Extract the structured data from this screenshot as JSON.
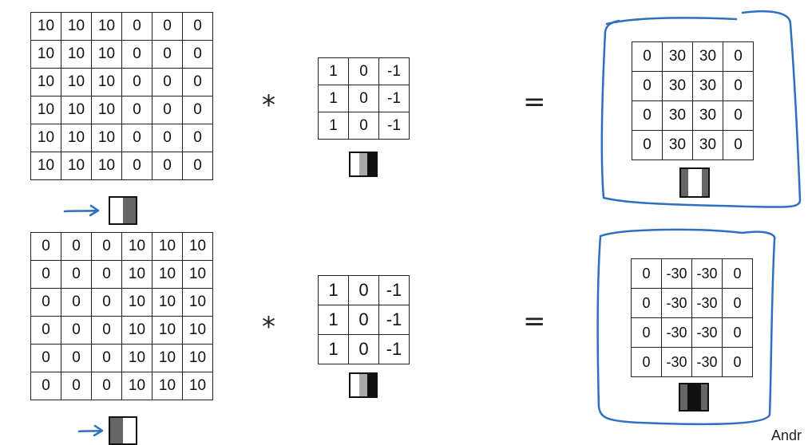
{
  "rows": {
    "top": {
      "image": [
        [
          "10",
          "10",
          "10",
          "0",
          "0",
          "0"
        ],
        [
          "10",
          "10",
          "10",
          "0",
          "0",
          "0"
        ],
        [
          "10",
          "10",
          "10",
          "0",
          "0",
          "0"
        ],
        [
          "10",
          "10",
          "10",
          "0",
          "0",
          "0"
        ],
        [
          "10",
          "10",
          "10",
          "0",
          "0",
          "0"
        ],
        [
          "10",
          "10",
          "10",
          "0",
          "0",
          "0"
        ]
      ],
      "operator": "*",
      "kernel": [
        [
          "1",
          "0",
          "-1"
        ],
        [
          "1",
          "0",
          "-1"
        ],
        [
          "1",
          "0",
          "-1"
        ]
      ],
      "equals": "=",
      "output": [
        [
          "0",
          "30",
          "30",
          "0"
        ],
        [
          "0",
          "30",
          "30",
          "0"
        ],
        [
          "0",
          "30",
          "30",
          "0"
        ],
        [
          "0",
          "30",
          "30",
          "0"
        ]
      ],
      "image_icon_colors": [
        "#ffffff",
        "#666666"
      ],
      "kernel_icon_colors": [
        "#ffffff",
        "#aaaaaa",
        "#111111"
      ],
      "output_icon_colors": [
        "#666666",
        "#ffffff",
        "#ffffff",
        "#666666"
      ]
    },
    "bottom": {
      "image": [
        [
          "0",
          "0",
          "0",
          "10",
          "10",
          "10"
        ],
        [
          "0",
          "0",
          "0",
          "10",
          "10",
          "10"
        ],
        [
          "0",
          "0",
          "0",
          "10",
          "10",
          "10"
        ],
        [
          "0",
          "0",
          "0",
          "10",
          "10",
          "10"
        ],
        [
          "0",
          "0",
          "0",
          "10",
          "10",
          "10"
        ],
        [
          "0",
          "0",
          "0",
          "10",
          "10",
          "10"
        ]
      ],
      "operator": "*",
      "kernel": [
        [
          "1",
          "0",
          "-1"
        ],
        [
          "1",
          "0",
          "-1"
        ],
        [
          "1",
          "0",
          "-1"
        ]
      ],
      "equals": "=",
      "output": [
        [
          "0",
          "-30",
          "-30",
          "0"
        ],
        [
          "0",
          "-30",
          "-30",
          "0"
        ],
        [
          "0",
          "-30",
          "-30",
          "0"
        ],
        [
          "0",
          "-30",
          "-30",
          "0"
        ]
      ],
      "image_icon_colors": [
        "#666666",
        "#ffffff"
      ],
      "kernel_icon_colors": [
        "#ffffff",
        "#aaaaaa",
        "#111111"
      ],
      "output_icon_colors": [
        "#666666",
        "#111111",
        "#111111",
        "#666666"
      ]
    }
  },
  "annotation_color": "#2f6fc0",
  "corner_text": "Andr"
}
